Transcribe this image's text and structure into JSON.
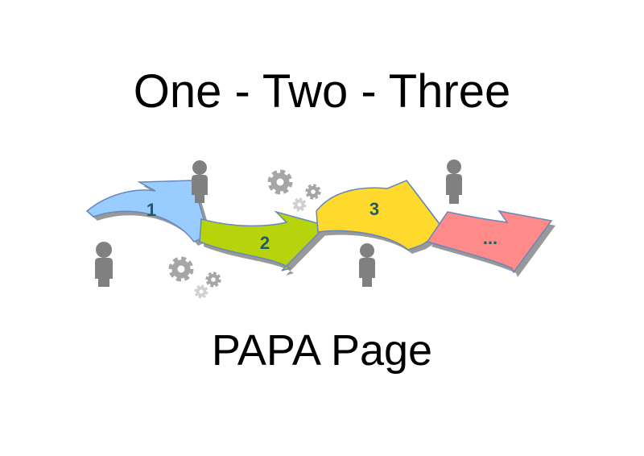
{
  "title": "One - Two - Three",
  "subtitle": "PAPA Page",
  "steps": [
    {
      "label": "1",
      "color": "#99ccff"
    },
    {
      "label": "2",
      "color": "#b7d30b"
    },
    {
      "label": "3",
      "color": "#ffd92b"
    },
    {
      "label": "...",
      "color": "#ff8a8a"
    }
  ],
  "colors": {
    "icon": "#808080",
    "arrow_outline": "#6688bb",
    "shadow": "#999999",
    "label_text": "#1f5c63"
  }
}
